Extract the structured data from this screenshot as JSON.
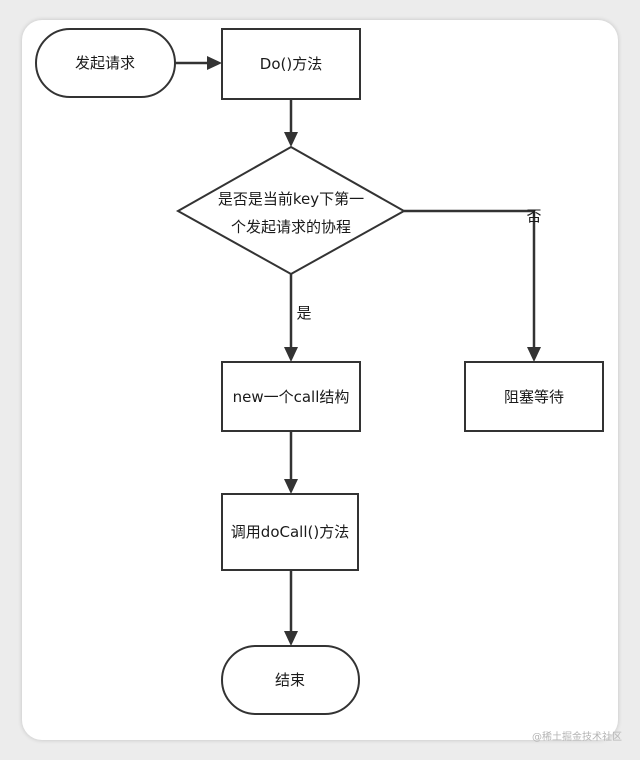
{
  "nodes": {
    "start": "发起请求",
    "do_method": "Do()方法",
    "decision_line1": "是否是当前key下第一",
    "decision_line2": "个发起请求的协程",
    "new_call": "new一个call结构",
    "block_wait": "阻塞等待",
    "docall": "调用doCall()方法",
    "end": "结束"
  },
  "edges": {
    "yes_label": "是",
    "no_label": "否"
  },
  "watermark": "@稀土掘金技术社区"
}
